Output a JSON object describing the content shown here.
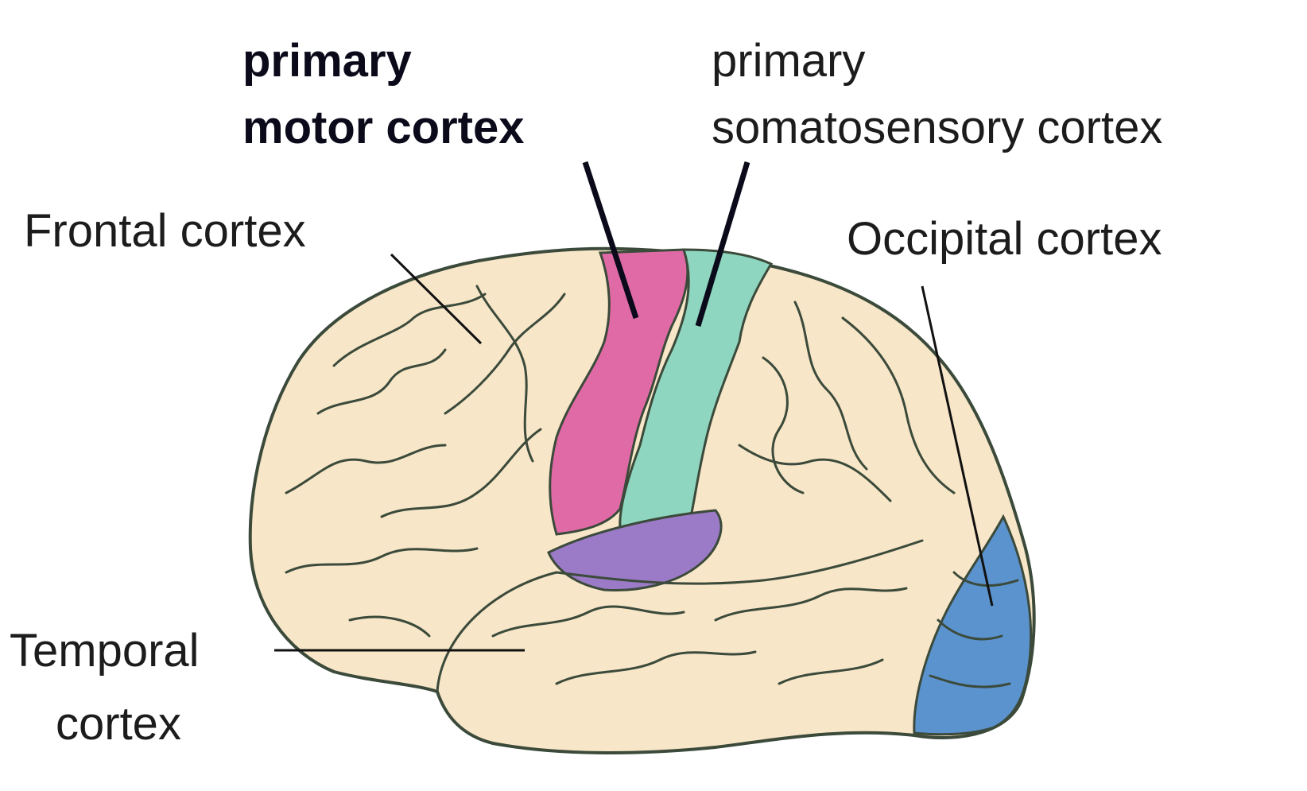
{
  "labels": {
    "primary_motor_cortex": [
      "primary",
      "motor cortex"
    ],
    "primary_somatosensory_cortex": [
      "primary",
      "somatosensory cortex"
    ],
    "frontal_cortex": "Frontal cortex",
    "occipital_cortex": "Occipital cortex",
    "temporal_cortex": [
      "Temporal",
      "cortex"
    ]
  },
  "colors": {
    "brain_base": "#f7e6c8",
    "brain_outline": "#3b4a3a",
    "motor_region": "#e06aa6",
    "somatosensory_region": "#8fd6c0",
    "auditory_region": "#9b7bc8",
    "occipital_region": "#5b93cf",
    "cerebellum_edge": "#f2c14e",
    "label_text": "#0a0a1a"
  }
}
